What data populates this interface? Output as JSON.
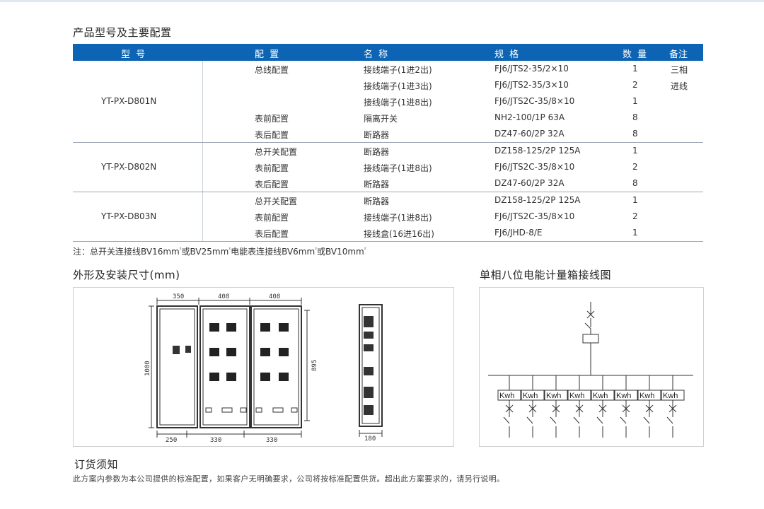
{
  "titles": {
    "spec": "产品型号及主要配置",
    "dims": "外形及安装尺寸(mm)",
    "wiring": "单相八位电能计量箱接线图",
    "order": "订货须知"
  },
  "table": {
    "headers": [
      "型 号",
      "配 置",
      "名 称",
      "规 格",
      "数 量",
      "备注"
    ],
    "groups": [
      {
        "model": "YT-PX-D801N",
        "rows": [
          {
            "config": "总线配置",
            "name": "接线端子(1进2出)",
            "spec": "FJ6/JTS2-35/2×10",
            "qty": "1",
            "note": "三相"
          },
          {
            "config": "",
            "name": "接线端子(1进3出)",
            "spec": "FJ6/JTS2-35/3×10",
            "qty": "2",
            "note": "进线"
          },
          {
            "config": "",
            "name": "接线端子(1进8出)",
            "spec": "FJ6/JTS2C-35/8×10",
            "qty": "1",
            "note": ""
          },
          {
            "config": "表前配置",
            "name": "隔离开关",
            "spec": "NH2-100/1P 63A",
            "qty": "8",
            "note": ""
          },
          {
            "config": "表后配置",
            "name": "断路器",
            "spec": "DZ47-60/2P 32A",
            "qty": "8",
            "note": ""
          }
        ]
      },
      {
        "model": "YT-PX-D802N",
        "rows": [
          {
            "config": "总开关配置",
            "name": "断路器",
            "spec": "DZ158-125/2P 125A",
            "qty": "1",
            "note": ""
          },
          {
            "config": "表前配置",
            "name": "接线端子(1进8出)",
            "spec": "FJ6/JTS2C-35/8×10",
            "qty": "2",
            "note": ""
          },
          {
            "config": "表后配置",
            "name": "断路器",
            "spec": "DZ47-60/2P 32A",
            "qty": "8",
            "note": ""
          }
        ]
      },
      {
        "model": "YT-PX-D803N",
        "rows": [
          {
            "config": "总开关配置",
            "name": "断路器",
            "spec": "DZ158-125/2P 125A",
            "qty": "1",
            "note": ""
          },
          {
            "config": "表前配置",
            "name": "接线端子(1进8出)",
            "spec": "FJ6/JTS2C-35/8×10",
            "qty": "2",
            "note": ""
          },
          {
            "config": "表后配置",
            "name": "接线盒(16进16出)",
            "spec": "FJ6/JHD-8/E",
            "qty": "1",
            "note": ""
          }
        ]
      }
    ]
  },
  "note": {
    "prefix": "注：总开关连接线BV16mm",
    "p2": "或BV25mm",
    "p3": "电能表连接线BV6mm",
    "p4": "或BV10mm",
    "sup": "²"
  },
  "dims": {
    "top": [
      "350",
      "408",
      "408"
    ],
    "bottom": [
      "250",
      "330",
      "330"
    ],
    "height": "1000",
    "inner_height": "895",
    "depth": "180"
  },
  "wiring": {
    "meters": [
      "Kwh",
      "Kwh",
      "Kwh",
      "Kwh",
      "Kwh",
      "Kwh",
      "Kwh",
      "Kwh"
    ]
  },
  "order_text": "此方案内参数为本公司提供的标准配置，如果客户无明确要求，公司将按标准配置供货。超出此方案要求的，请另行说明。",
  "colors": {
    "header": "#0d64b4",
    "border": "#9aa6b2"
  }
}
